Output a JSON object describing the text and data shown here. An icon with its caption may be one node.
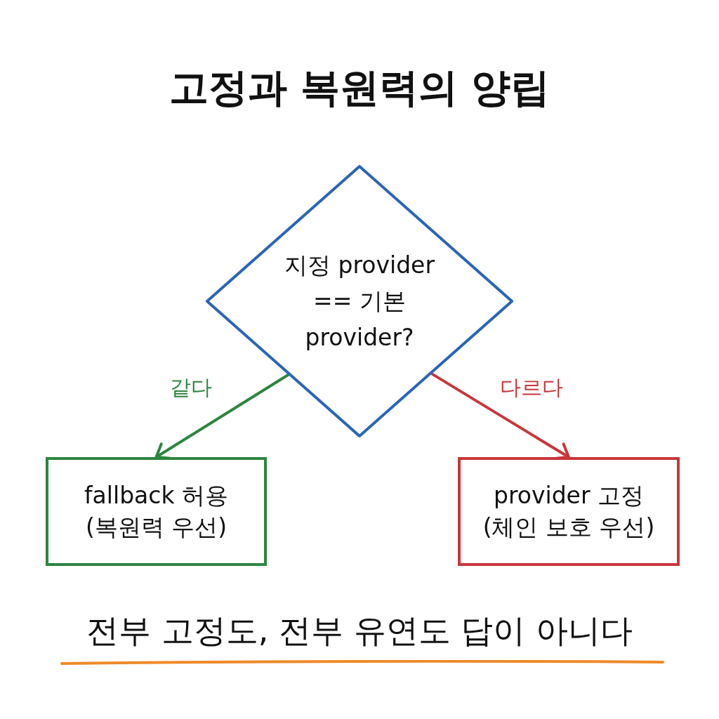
{
  "diagram": {
    "title": "고정과 복원력의 양립",
    "nodes": [
      {
        "text": [
          "지정 provider == 기본 provider?"
        ]
      },
      {
        "text": [
          "fallback 허용",
          "(복원력 우선)"
        ]
      },
      {
        "text": [
          "provider 고정",
          "(체인 보호 우선)"
        ]
      }
    ],
    "edges": [
      {
        "from": 0,
        "to": 1,
        "arrow": "to",
        "label": "같다",
        "color": "#2e8540"
      },
      {
        "from": 0,
        "to": 2,
        "arrow": "to",
        "label": "다르다",
        "color": "#c8363a"
      }
    ],
    "caption": "전부 고정도, 전부 유연도 답이 아니다"
  }
}
